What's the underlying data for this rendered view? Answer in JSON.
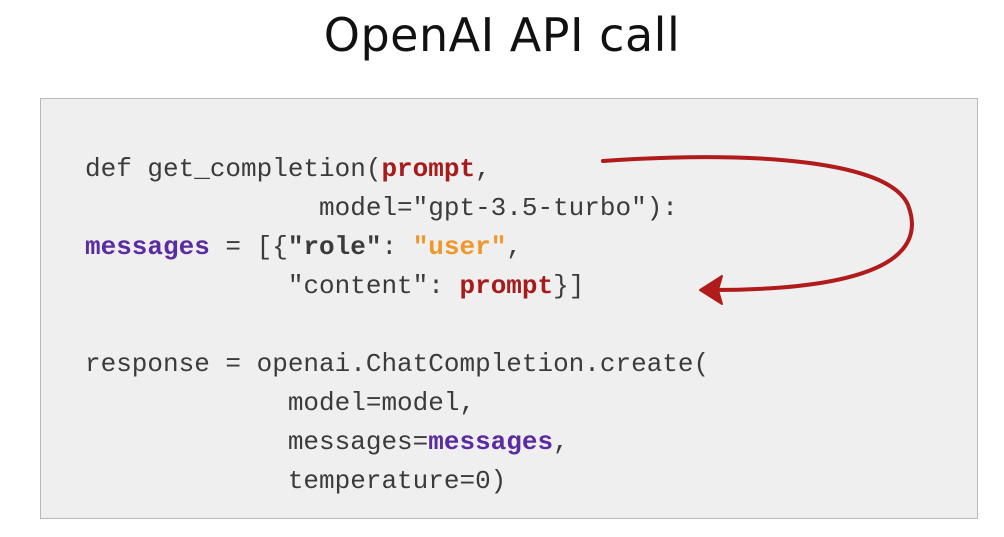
{
  "slide": {
    "title": "OpenAI API call"
  },
  "code": {
    "line1": {
      "prefix": "def get_completion(",
      "param": "prompt",
      "suffix": ","
    },
    "line2": {
      "text": "               model=\"gpt-3.5-turbo\"):"
    },
    "line3": {
      "var": "messages",
      "eq": " = [{",
      "role_key": "\"role\"",
      "colon": ": ",
      "role_value": "\"user\"",
      "comma": ","
    },
    "line4": {
      "indent": "             ",
      "content_key": "\"content\": ",
      "value": "prompt",
      "close": "}]"
    },
    "line6": {
      "text": "response = openai.ChatCompletion.create("
    },
    "line7": {
      "text": "             model=model,"
    },
    "line8": {
      "prefix": "             messages=",
      "value": "messages",
      "suffix": ","
    },
    "line9": {
      "text": "             temperature=0)"
    }
  },
  "colors": {
    "prompt": "#a61b1b",
    "messages": "#5a2ca0",
    "user": "#f0962a",
    "arrow": "#b01b1b"
  },
  "annotation": {
    "icon": "curved-arrow-icon"
  }
}
